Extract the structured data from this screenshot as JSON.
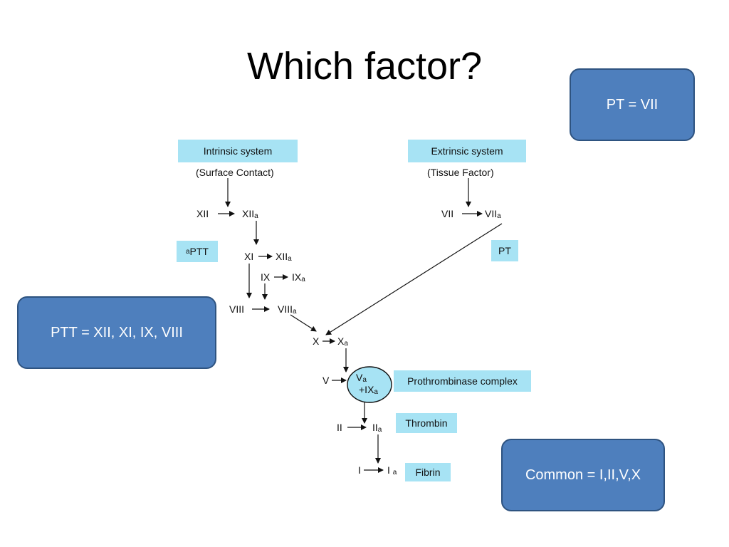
{
  "slide": {
    "title": "Which factor?"
  },
  "callouts": {
    "pt": "PT = VII",
    "ptt": "PTT = XII, XI, IX, VIII",
    "common": "Common = I,II,V,X"
  },
  "boxes": {
    "intrinsic": "Intrinsic system",
    "extrinsic": "Extrinsic system",
    "aptt_prefix": "a",
    "aptt": "PTT",
    "pt": "PT",
    "prothrombinase": "Prothrombinase complex",
    "thrombin": "Thrombin",
    "fibrin": "Fibrin"
  },
  "labels": {
    "surface_contact": "(Surface Contact)",
    "tissue_factor": "(Tissue Factor)",
    "xii": "XII",
    "xii_a": "XII",
    "xi": "XI",
    "xii_a2": "XII",
    "ix": "IX",
    "ix_a": "IX",
    "viii": "VIII",
    "viii_a": "VIII",
    "vii": "VII",
    "vii_a": "VII",
    "x": "X",
    "x_a": "X",
    "v": "V",
    "v_a": "V",
    "ix_a_complex": "+IX",
    "ii": "II",
    "ii_a": "II",
    "i": "I",
    "i_a": "I",
    "sub_a": "a"
  },
  "colors": {
    "callout_fill": "#4e7fbd",
    "callout_border": "#2e5380",
    "label_box": "#a7e3f4",
    "complex_circle": "#a7e3f4"
  }
}
